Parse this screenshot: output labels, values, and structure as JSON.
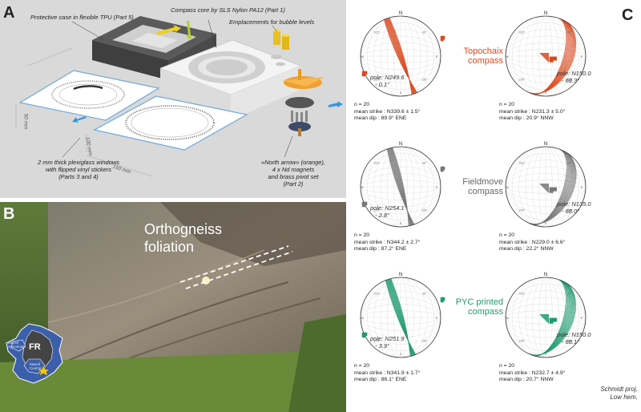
{
  "panelA": {
    "letter": "A",
    "labels": {
      "case": "Protective case in flexible TPU (Part 5)",
      "core": "Compass core by SLS Nylon PA12 (Part 1)",
      "bubbles": "Emplacements for bubble levels",
      "windows_l1": "2 mm thick plexiglass windows",
      "windows_l2": "with flipped vinyl stickers",
      "windows_l3": "(Parts 3 and 4)",
      "arrow_l1": "«North arrow» (orange),",
      "arrow_l2": "4 x Nd magnets",
      "arrow_l3": "and brass pivot set",
      "arrow_l4": "(Part 2)",
      "dim50": "50 mm",
      "dim100": "100 mm",
      "dim150": "150 mm"
    },
    "colors": {
      "background": "#d9d9d9",
      "plastic": "#f0f0f0",
      "arrow": "#f0a030",
      "accent": "#3399dd"
    }
  },
  "panelB": {
    "letter": "B",
    "label_l1": "Orthogneiss",
    "label_l2": "foliation",
    "map": {
      "country": "FR",
      "region1_l1": "Massif",
      "region1_l2": "Armoricain",
      "region2_l1": "Massif",
      "region2_l2": "Central"
    }
  },
  "panelC": {
    "letter": "C",
    "stereonet_labels": {
      "n": "N",
      "e": "E",
      "s": "S",
      "w": "W",
      "t45": "45°",
      "t135": "135°",
      "t225": "225°",
      "t315": "315°"
    },
    "compasses": [
      {
        "name_l1": "Topochaix",
        "name_l2": "compass",
        "color": "#d94a1e"
      },
      {
        "name_l1": "Fieldmove",
        "name_l2": "compass",
        "color": "#777777"
      },
      {
        "name_l1": "PYC printed",
        "name_l2": "compass",
        "color": "#1f9a6e"
      }
    ],
    "stereonets": [
      {
        "compass": 0,
        "type": "vertical",
        "pole_l1": "pole: N249.6",
        "pole_l2": "- 0.1°",
        "n": "n = 20",
        "strike": "mean strike : N339.6 ± 1.5°",
        "dip": "mean dip : 89.9° ENE",
        "strike_deg": 339.6,
        "dip_deg": 89.9
      },
      {
        "compass": 0,
        "type": "shallow",
        "pole_l1": "pole: N150.0",
        "pole_l2": "- 68.3°",
        "n": "n = 20",
        "strike": "mean strike : N231.3 ± 5.0°",
        "dip": "mean dip : 20.9° NNW",
        "strike_deg": 231.3,
        "dip_deg": 20.9
      },
      {
        "compass": 1,
        "type": "vertical",
        "pole_l1": "pole: N254.1",
        "pole_l2": "- 2.8°",
        "n": "n = 20",
        "strike": "mean strike : N344.2 ± 2.7°",
        "dip": "mean dip : 87.2° ENE",
        "strike_deg": 344.2,
        "dip_deg": 87.2
      },
      {
        "compass": 1,
        "type": "shallow",
        "pole_l1": "pole: N135.0",
        "pole_l2": "- 68.0°",
        "n": "n = 20",
        "strike": "mean strike : N229.0 ± 6.6°",
        "dip": "mean dip : 22.2° NNW",
        "strike_deg": 229.0,
        "dip_deg": 22.2
      },
      {
        "compass": 2,
        "type": "vertical",
        "pole_l1": "pole: N251.9",
        "pole_l2": "- 3.9°",
        "n": "n = 20",
        "strike": "mean strike : N341.9 ± 1.7°",
        "dip": "mean dip : 86.1° ENE",
        "strike_deg": 341.9,
        "dip_deg": 86.1
      },
      {
        "compass": 2,
        "type": "shallow",
        "pole_l1": "pole: N150.0",
        "pole_l2": "- 68.1°",
        "n": "n = 20",
        "strike": "mean strike : N232.7 ± 4.9°",
        "dip": "mean dip : 20.7° NNW",
        "strike_deg": 232.7,
        "dip_deg": 20.7
      }
    ],
    "projection_l1": "Schmidt proj.",
    "projection_l2": "Low hem."
  }
}
